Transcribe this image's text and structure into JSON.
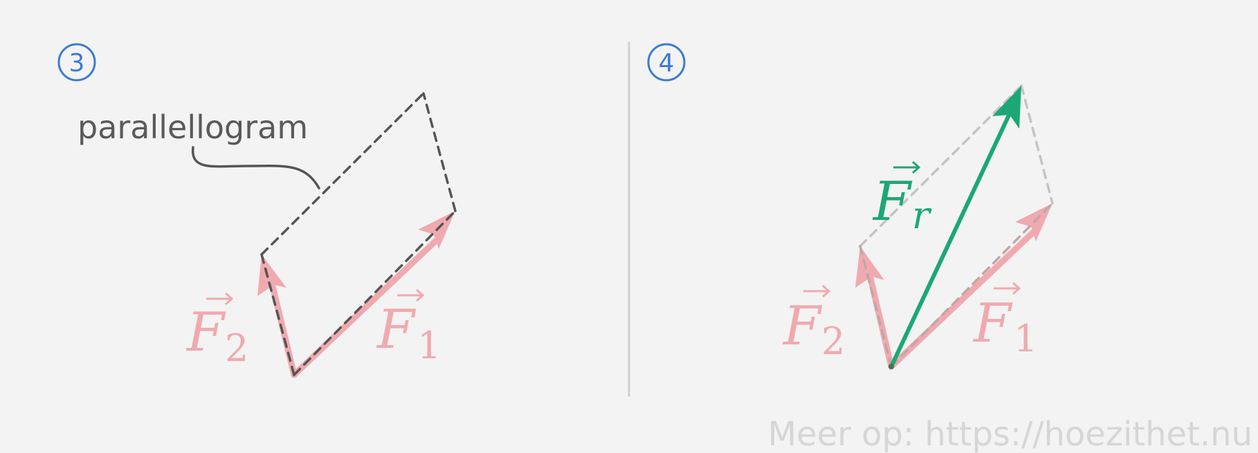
{
  "panels": [
    {
      "step_number": "3",
      "label": "parallellogram",
      "vectors": [
        {
          "symbol": "F",
          "subscript": "1",
          "color": "#f0aaaf"
        },
        {
          "symbol": "F",
          "subscript": "2",
          "color": "#f0aaaf"
        }
      ]
    },
    {
      "step_number": "4",
      "vectors": [
        {
          "symbol": "F",
          "subscript": "1",
          "color": "#f0aaaf"
        },
        {
          "symbol": "F",
          "subscript": "2",
          "color": "#f0aaaf"
        },
        {
          "symbol": "F",
          "subscript": "r",
          "color": "#1ba876"
        }
      ]
    }
  ],
  "colors": {
    "accent_blue": "#3a7bd5",
    "force_pink": "#f0aaaf",
    "resultant_green": "#1ba876",
    "dashed_dark": "#555555",
    "dashed_light": "#c4c4c4",
    "divider": "#d0d0d0",
    "watermark": "#d6d6d6"
  },
  "footer": {
    "watermark": "Meer op: https://hoezithet.nu"
  }
}
